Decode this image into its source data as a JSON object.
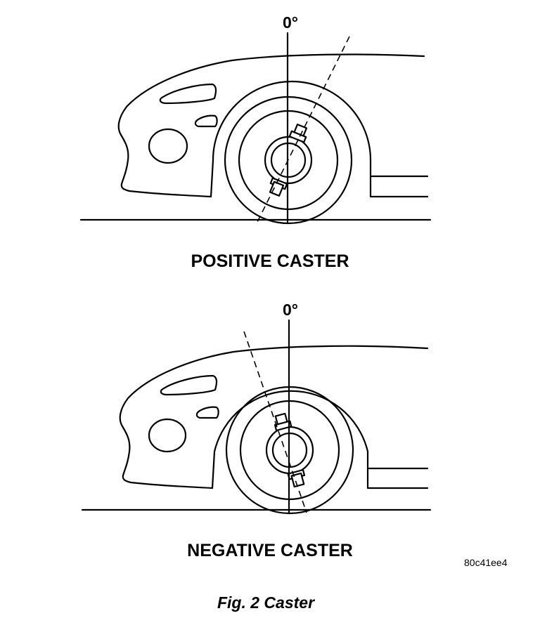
{
  "diagrams": [
    {
      "id": "positive",
      "title": "POSITIVE CASTER",
      "vertical_label": "0°",
      "caster_lean": "rearward"
    },
    {
      "id": "negative",
      "title": "NEGATIVE CASTER",
      "vertical_label": "0°",
      "caster_lean": "forward"
    }
  ],
  "figure_code": "80c41ee4",
  "caption": "Fig. 2 Caster"
}
